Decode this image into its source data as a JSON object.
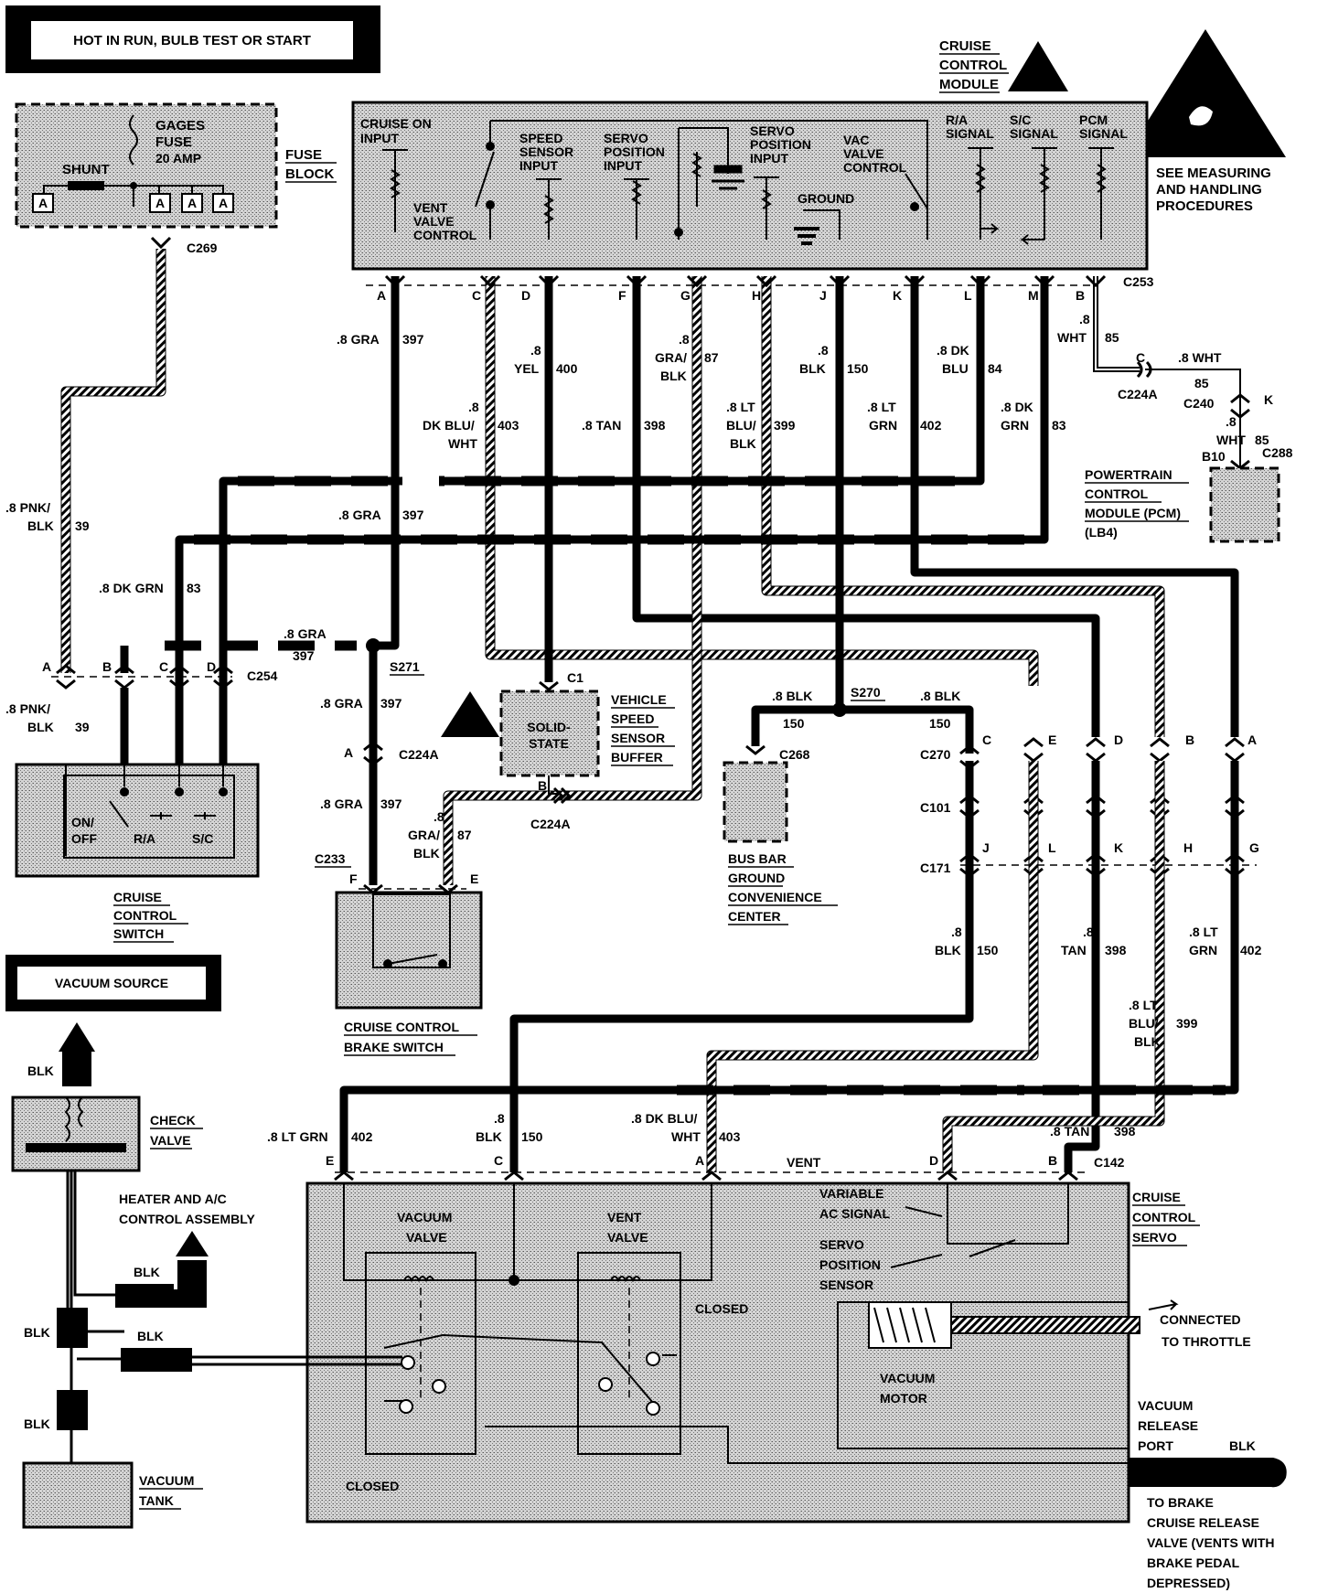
{
  "header": {
    "power_label": "HOT IN RUN, BULB TEST OR START"
  },
  "fuse_block": {
    "gages": "GAGES",
    "fuse": "FUSE",
    "amp": "20 AMP",
    "shunt": "SHUNT",
    "terminal": "A",
    "title_1": "FUSE",
    "title_2": "BLOCK",
    "connector": "C269"
  },
  "module": {
    "title_1": "CRUISE",
    "title_2": "CONTROL",
    "title_3": "MODULE",
    "esd_note_1": "SEE MEASURING",
    "esd_note_2": "AND HANDLING",
    "esd_note_3": "PROCEDURES",
    "inputs": {
      "cruise_on_1": "CRUISE ON",
      "cruise_on_2": "INPUT",
      "vent_1": "VENT",
      "vent_2": "VALVE",
      "vent_3": "CONTROL",
      "speed_1": "SPEED",
      "speed_2": "SENSOR",
      "speed_3": "INPUT",
      "servo_pos_1": "SERVO",
      "servo_pos_2": "POSITION",
      "servo_pos_3": "INPUT",
      "servo_in_1": "SERVO",
      "servo_in_2": "POSITION",
      "servo_in_3": "INPUT",
      "ground": "GROUND",
      "vac_1": "VAC",
      "vac_2": "VALVE",
      "vac_3": "CONTROL",
      "ra_1": "R/A",
      "ra_2": "SIGNAL",
      "sc_1": "S/C",
      "sc_2": "SIGNAL",
      "pcm_1": "PCM",
      "pcm_2": "SIGNAL"
    },
    "connector": "C253",
    "pins": [
      "A",
      "C",
      "D",
      "F",
      "G",
      "H",
      "J",
      "K",
      "L",
      "M",
      "B"
    ]
  },
  "wires": {
    "w_a_1": ".8 GRA",
    "w_a_2": "397",
    "w_c_1": ".8",
    "w_c_2": "DK BLU/",
    "w_c_3": "WHT",
    "w_c_4": "403",
    "w_d_1": ".8",
    "w_d_2": "YEL",
    "w_d_3": "400",
    "w_f_1": ".8 TAN",
    "w_f_2": "398",
    "w_g_1": ".8",
    "w_g_2": "GRA/",
    "w_g_3": "BLK",
    "w_g_4": "87",
    "w_h_1": ".8 LT",
    "w_h_2": "BLU/",
    "w_h_3": "BLK",
    "w_h_4": "399",
    "w_j_1": ".8",
    "w_j_2": "BLK",
    "w_j_3": "150",
    "w_k_1": ".8 LT",
    "w_k_2": "GRN",
    "w_k_3": "402",
    "w_l_1": ".8 DK",
    "w_l_2": "BLU",
    "w_l_3": "84",
    "w_m_1": ".8 DK",
    "w_m_2": "GRN",
    "w_m_3": "83",
    "w_b_1": ".8",
    "w_b_2": "WHT",
    "w_b_3": "85",
    "pcm_c": "C",
    "pcm_wire": ".8 WHT",
    "pcm_c224a": "C224A",
    "pcm_85a": "85",
    "pcm_c240": "C240",
    "pcm_k": "K",
    "pcm_8": ".8",
    "pcm_wht": "WHT",
    "pcm_85b": "85",
    "pcm_b10": "B10",
    "pcm_c288": "C288",
    "pnk_1": ".8 PNK/",
    "pnk_2": "BLK",
    "pnk_3": "39",
    "gra_mid_1": ".8 GRA",
    "gra_mid_2": "397",
    "dkgrn_1": ".8 DK GRN",
    "dkgrn_2": "83",
    "gra_s_1": ".8 GRA",
    "gra_s_2": "397",
    "s271": "S271",
    "pnk_b_1": ".8 PNK/",
    "pnk_b_2": "BLK",
    "pnk_b_3": "39",
    "gra_c224_1": ".8 GRA",
    "gra_c224_2": "397",
    "c224a_a": "A",
    "c224a": "C224A",
    "gra_c233_1": ".8 GRA",
    "gra_c233_2": "397",
    "grablk_1": ".8",
    "grablk_2": "GRA/",
    "grablk_3": "BLK",
    "grablk_4": "87",
    "c224a_b": "B",
    "c224a_2": "C224A",
    "c1": "C1",
    "s270": "S270",
    "blk_l_1": ".8 BLK",
    "blk_l_2": "150",
    "blk_r_1": ".8 BLK",
    "blk_r_2": "150",
    "c268": "C268",
    "c270": "C270",
    "c101": "C101",
    "c171": "C171",
    "pin_c": "C",
    "pin_e": "E",
    "pin_d": "D",
    "pin_b": "B",
    "pin_a": "A",
    "pin_j": "J",
    "pin_l": "L",
    "pin_k": "K",
    "pin_h": "H",
    "pin_g": "G",
    "lower_blk_1": ".8",
    "lower_blk_2": "BLK",
    "lower_blk_3": "150",
    "lower_tan_1": ".8",
    "lower_tan_2": "TAN",
    "lower_tan_3": "398",
    "lower_ltgrn_1": ".8 LT",
    "lower_ltgrn_2": "GRN",
    "lower_ltgrn_3": "402",
    "lower_ltblu_1": ".8 LT",
    "lower_ltblu_2": "BLU/",
    "lower_ltblu_3": "BLK",
    "lower_ltblu_4": "399",
    "servo_ltgrn_1": ".8 LT GRN",
    "servo_ltgrn_2": "402",
    "servo_blk_1": ".8",
    "servo_blk_2": "BLK",
    "servo_blk_3": "150",
    "servo_dkblu_1": ".8 DK BLU/",
    "servo_dkblu_2": "WHT",
    "servo_dkblu_3": "403",
    "servo_tan_1": ".8 TAN",
    "servo_tan_2": "398",
    "servo_e": "E",
    "servo_c": "C",
    "servo_a": "A",
    "servo_d": "D",
    "servo_b": "B",
    "vent": "VENT",
    "c142": "C142"
  },
  "switch": {
    "pins": [
      "A",
      "B",
      "C",
      "D"
    ],
    "connector": "C254",
    "on_off_1": "ON/",
    "on_off_2": "OFF",
    "ra": "R/A",
    "sc": "S/C",
    "title_1": "CRUISE",
    "title_2": "CONTROL",
    "title_3": "SWITCH"
  },
  "brake_switch": {
    "connector": "C233",
    "pin_f": "F",
    "pin_e": "E",
    "title_1": "CRUISE CONTROL",
    "title_2": "BRAKE SWITCH"
  },
  "vss_buffer": {
    "body_1": "SOLID-",
    "body_2": "STATE",
    "title_1": "VEHICLE",
    "title_2": "SPEED",
    "title_3": "SENSOR",
    "title_4": "BUFFER"
  },
  "bus_bar": {
    "title_1": "BUS BAR",
    "title_2": "GROUND",
    "title_3": "CONVENIENCE",
    "title_4": "CENTER"
  },
  "pcm": {
    "title_1": "POWERTRAIN",
    "title_2": "CONTROL",
    "title_3": "MODULE (PCM)",
    "title_4": "(LB4)"
  },
  "vacuum": {
    "source": "VACUUM SOURCE",
    "blk": "BLK",
    "check_1": "CHECK",
    "check_2": "VALVE",
    "heater_1": "HEATER AND A/C",
    "heater_2": "CONTROL ASSEMBLY",
    "tank_1": "VACUUM",
    "tank_2": "TANK"
  },
  "servo": {
    "title_1": "CRUISE",
    "title_2": "CONTROL",
    "title_3": "SERVO",
    "vacuum_valve_1": "VACUUM",
    "vacuum_valve_2": "VALVE",
    "vent_valve_1": "VENT",
    "vent_valve_2": "VALVE",
    "variable_1": "VARIABLE",
    "variable_2": "AC SIGNAL",
    "servo_pos_1": "SERVO",
    "servo_pos_2": "POSITION",
    "servo_pos_3": "SENSOR",
    "closed": "CLOSED",
    "vac_motor_1": "VACUUM",
    "vac_motor_2": "MOTOR",
    "connected_1": "CONNECTED",
    "connected_2": "TO THROTTLE",
    "release_1": "VACUUM",
    "release_2": "RELEASE",
    "release_3": "PORT",
    "blk": "BLK",
    "brake_1": "TO BRAKE",
    "brake_2": "CRUISE RELEASE",
    "brake_3": "VALVE (VENTS WITH",
    "brake_4": "BRAKE PEDAL",
    "brake_5": "DEPRESSED)"
  }
}
